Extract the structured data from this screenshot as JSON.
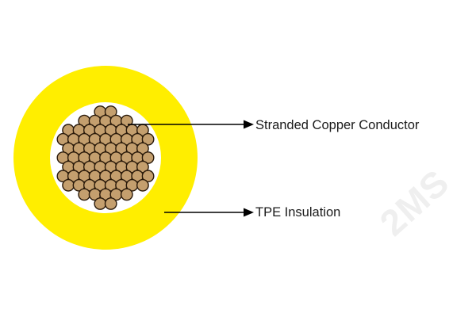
{
  "labels": {
    "conductor": "Stranded Copper Conductor",
    "insulation": "TPE Insulation"
  },
  "watermark": "2MS",
  "colors": {
    "insulation": "#FFEE00",
    "strand_fill": "#C49F6E",
    "strand_outline": "#2A1A0A",
    "core_background": "#FFFFFF",
    "leader": "#000000"
  }
}
